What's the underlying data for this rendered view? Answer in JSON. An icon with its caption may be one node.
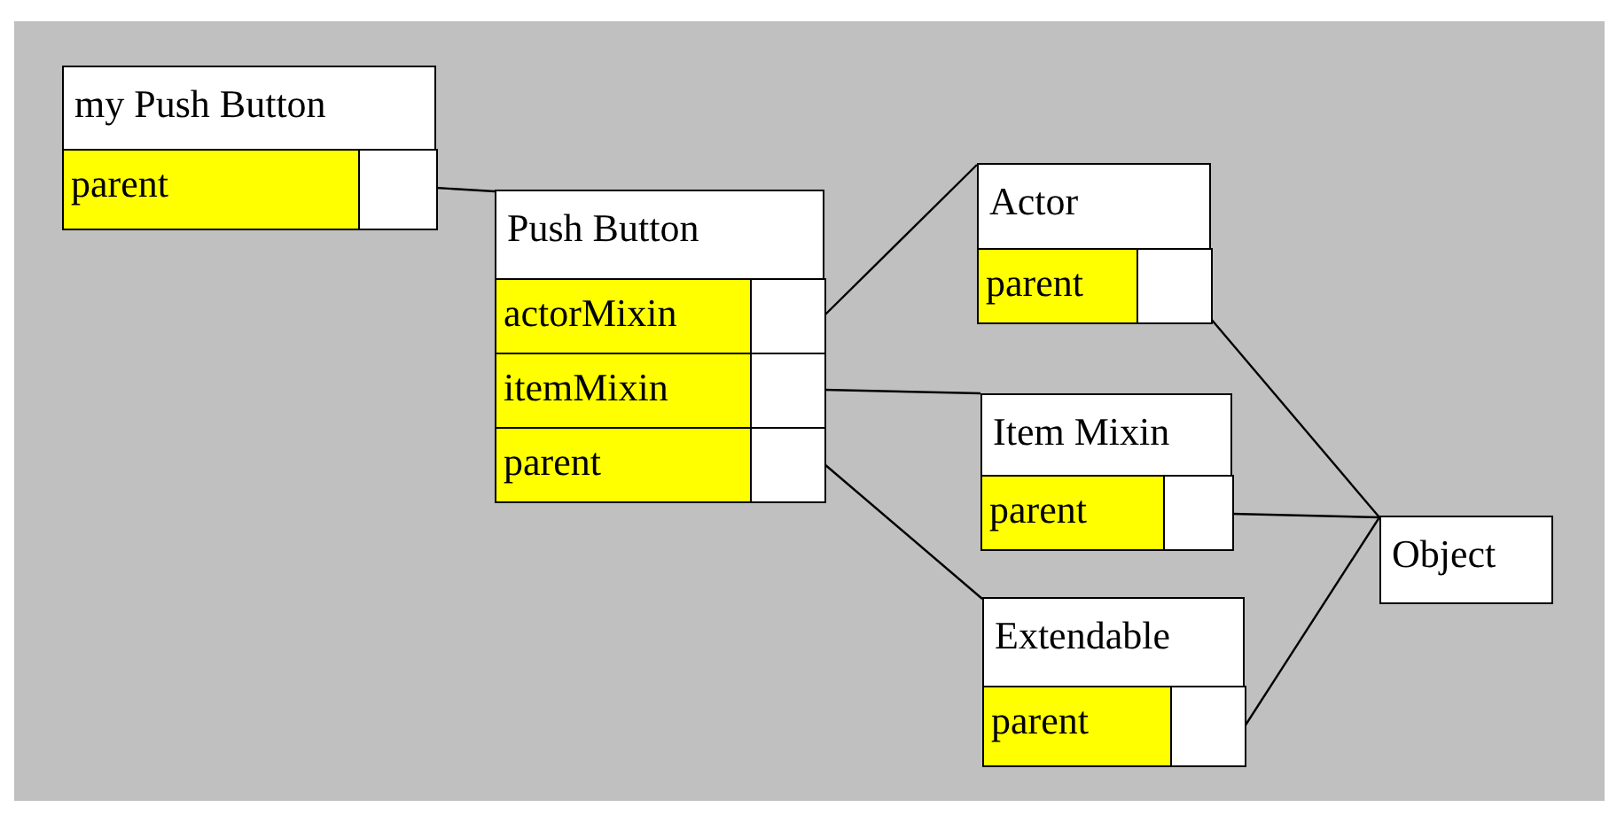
{
  "diagram": {
    "nodes": [
      {
        "text": [
          "my Push Button"
        ]
      },
      {
        "text": [
          "parent"
        ],
        "in": 0
      },
      {
        "text": [
          "Push Button"
        ]
      },
      {
        "text": [
          "actorMixin"
        ],
        "in": 2
      },
      {
        "text": [
          "itemMixin"
        ],
        "in": 2
      },
      {
        "text": [
          "parent"
        ],
        "in": 2
      },
      {
        "text": [
          "Actor"
        ]
      },
      {
        "text": [
          "parent"
        ],
        "in": 6
      },
      {
        "text": [
          "Item Mixin"
        ]
      },
      {
        "text": [
          "parent"
        ],
        "in": 8
      },
      {
        "text": [
          "Extendable"
        ]
      },
      {
        "text": [
          "parent"
        ],
        "in": 10
      },
      {
        "text": [
          "Object"
        ]
      }
    ],
    "edges": [
      {
        "from": 1,
        "to": 2,
        "arrow": "none"
      },
      {
        "from": 3,
        "to": 6,
        "arrow": "none"
      },
      {
        "from": 4,
        "to": 8,
        "arrow": "none"
      },
      {
        "from": 5,
        "to": 10,
        "arrow": "none"
      },
      {
        "from": 7,
        "to": 12,
        "arrow": "none"
      },
      {
        "from": 9,
        "to": 12,
        "arrow": "none"
      },
      {
        "from": 11,
        "to": 12,
        "arrow": "none"
      }
    ]
  }
}
